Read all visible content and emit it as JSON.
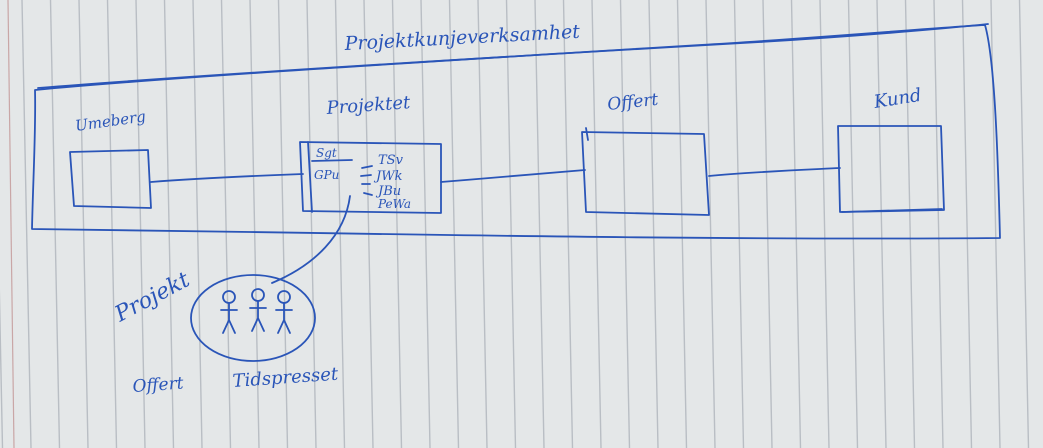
{
  "colors": {
    "paper": "#eceeef",
    "paper_shadow": "#d6d9dc",
    "ruling": "#b9bec4",
    "margin_line": "#c9a6a6",
    "ink": "#2a55b8",
    "ink_dark": "#1f3f95"
  },
  "diagram": {
    "title": "Projektkunjeverksamhet",
    "boxes": {
      "left": {
        "label": "Umeberg"
      },
      "project": {
        "label": "Projektet",
        "inner_left": [
          "Sgt",
          "GPu"
        ],
        "inner_right": [
          "TSv",
          "JWk",
          "JBu",
          "PeWa"
        ]
      },
      "offer": {
        "label": "Offert"
      },
      "customer": {
        "label": "Kund"
      }
    },
    "bubble": {
      "label": "Projekt",
      "figures_icon": "stick-figures-icon",
      "caption_left": "Offert",
      "caption_right": "Tidspresset"
    }
  }
}
